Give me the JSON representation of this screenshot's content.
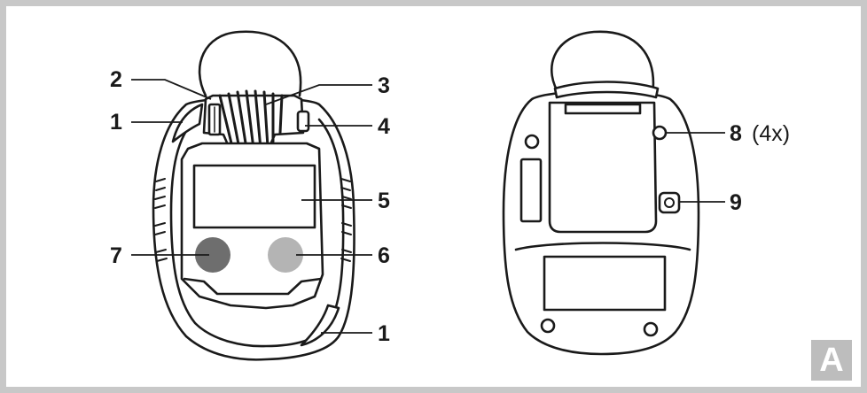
{
  "colors": {
    "frame": "#c8c8c8",
    "stroke": "#1a1a1a",
    "button_left": "#6e6e6e",
    "button_right": "#b4b4b4",
    "fig_badge": "#bdbdbd"
  },
  "callouts_front": {
    "c1_top": "1",
    "c2": "2",
    "c3": "3",
    "c4": "4",
    "c5": "5",
    "c6": "6",
    "c7": "7",
    "c1_bottom": "1"
  },
  "callouts_back": {
    "c8": "8",
    "c8_qty": "(4x)",
    "c9": "9"
  },
  "figure_badge": "A"
}
